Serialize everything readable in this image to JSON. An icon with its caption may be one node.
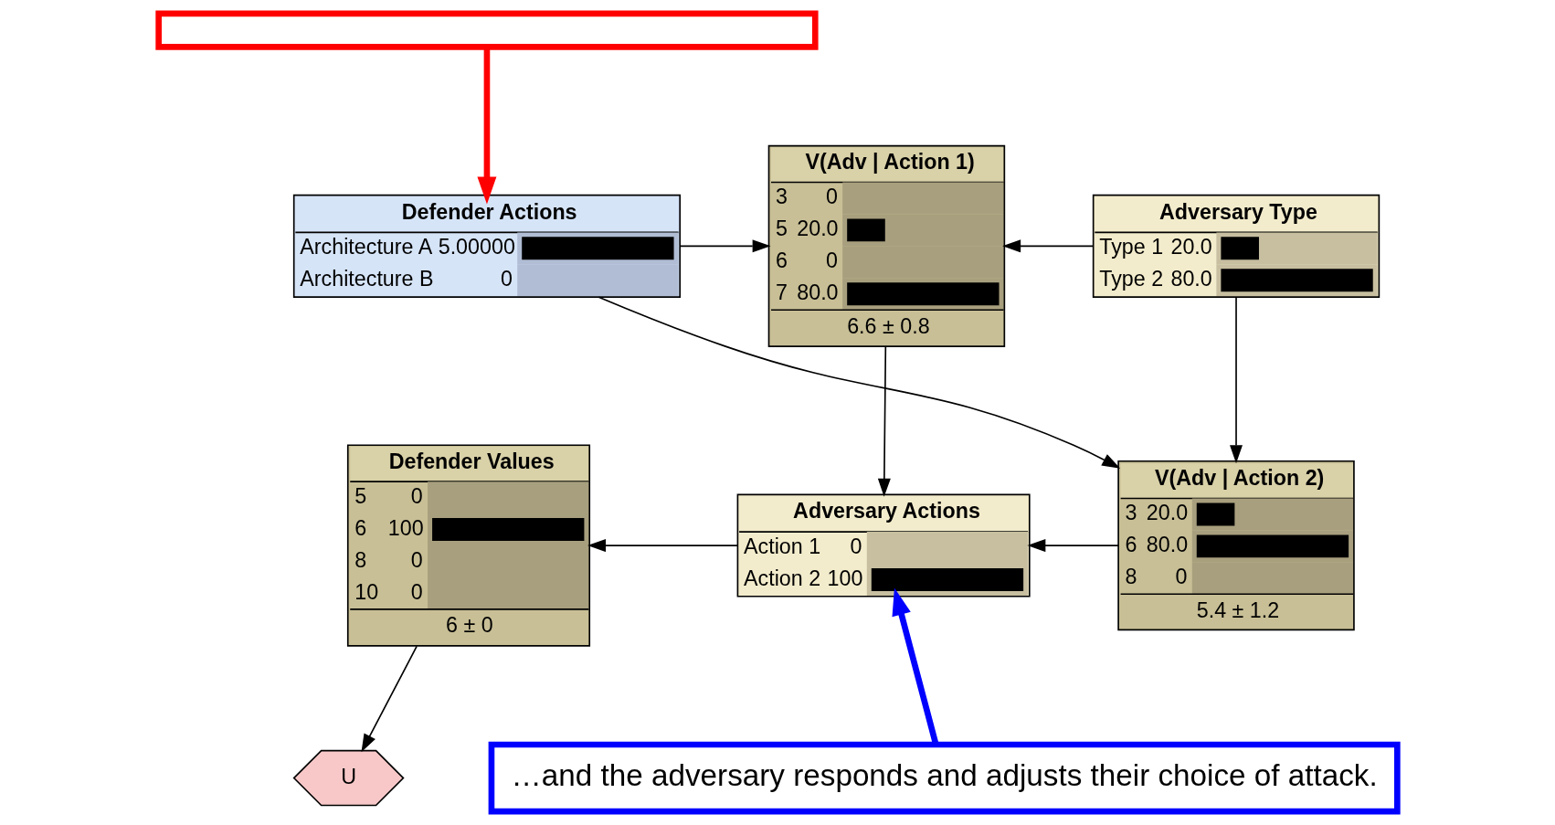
{
  "diagram": {
    "nodes": [
      {
        "text": [],
        "shape": "box"
      },
      {
        "text": [
          "Defender Actions",
          "Architecture A",
          "5.00000",
          "Architecture B",
          "0"
        ]
      },
      {
        "text": [
          "V(Adv | Action 1)",
          "3",
          "0",
          "5",
          "20.0",
          "6",
          "0",
          "7",
          "80.0",
          "6.6 ± 0.8"
        ]
      },
      {
        "text": [
          "Adversary Type",
          "Type 1",
          "20.0",
          "Type 2",
          "80.0"
        ]
      },
      {
        "text": [
          "Defender Values",
          "5",
          "0",
          "6",
          "100",
          "8",
          "0",
          "10",
          "0",
          "6 ± 0"
        ]
      },
      {
        "text": [
          "Adversary Actions",
          "Action 1",
          "0",
          "Action 2",
          "100"
        ]
      },
      {
        "text": [
          "V(Adv | Action 2)",
          "3",
          "20.0",
          "6",
          "80.0",
          "8",
          "0",
          "5.4 ± 1.2"
        ]
      },
      {
        "text": [
          "U"
        ]
      },
      {
        "text": [
          "…and the adversary responds and adjusts their choice of attack."
        ]
      }
    ],
    "edges": [
      {
        "from": 0,
        "to": 1,
        "arrow": "to",
        "style": "thick",
        "color": "#ff0000"
      },
      {
        "from": 1,
        "to": 2,
        "arrow": "to"
      },
      {
        "from": 3,
        "to": 2,
        "arrow": "to"
      },
      {
        "from": 2,
        "to": 5,
        "arrow": "to"
      },
      {
        "from": 1,
        "to": 6,
        "arrow": "to"
      },
      {
        "from": 3,
        "to": 6,
        "arrow": "to"
      },
      {
        "from": 6,
        "to": 5,
        "arrow": "to"
      },
      {
        "from": 5,
        "to": 4,
        "arrow": "to"
      },
      {
        "from": 4,
        "to": 7,
        "arrow": "to"
      },
      {
        "from": 8,
        "to": 5,
        "arrow": "to",
        "style": "thick",
        "color": "#0000ff"
      }
    ]
  }
}
